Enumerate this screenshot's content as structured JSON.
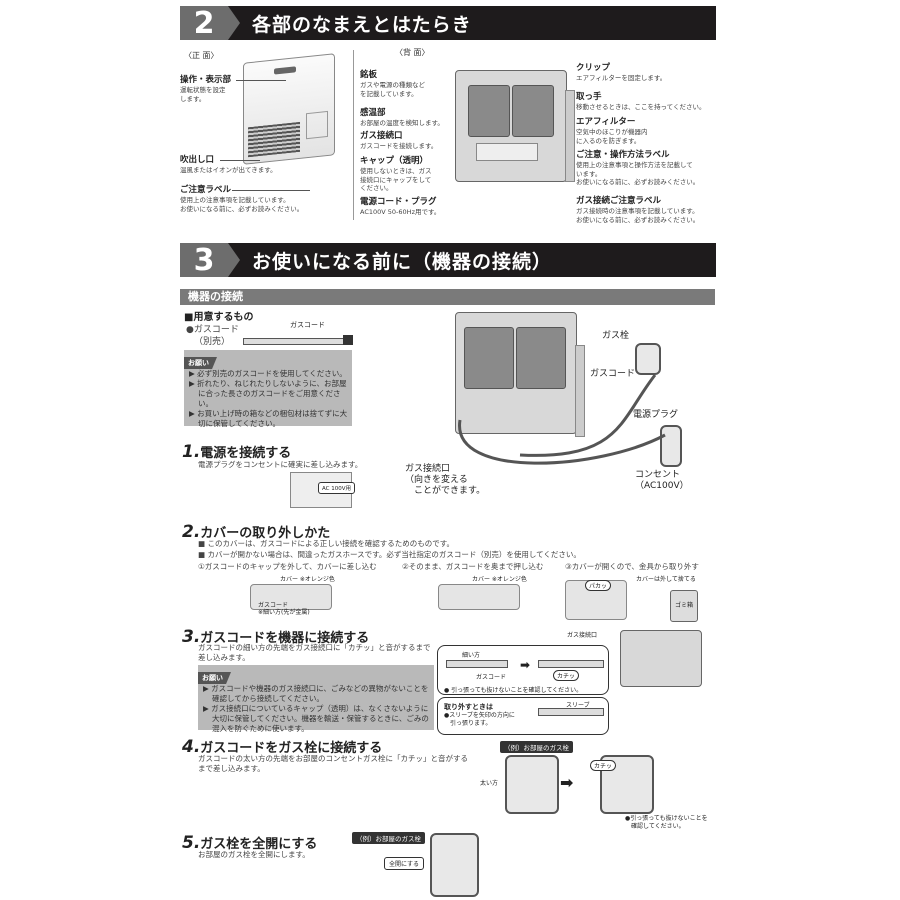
{
  "section2": {
    "number": "2",
    "title": "各部のなまえとはたらき",
    "front": {
      "heading": "〈正 面〉",
      "labels": [
        {
          "name": "操作・表示部",
          "desc": "運転状態を設定\nします。"
        },
        {
          "name": "吹出し口",
          "desc": "温風またはイオンが出てきます。"
        },
        {
          "name": "ご注意ラベル",
          "desc": "使用上の注意事項を記載しています。\nお使いになる前に、必ずお読みください。"
        }
      ]
    },
    "back": {
      "heading": "〈背 面〉",
      "left_labels": [
        {
          "name": "銘板",
          "desc": "ガスや電源の種類など\nを記載しています。"
        },
        {
          "name": "感温部",
          "desc": "お部屋の温度を検知します。"
        },
        {
          "name": "ガス接続口",
          "desc": "ガスコードを接続します。"
        },
        {
          "name": "キャップ（透明）",
          "desc": "使用しないときは、ガス\n接続口にキャップをして\nください。"
        },
        {
          "name": "電源コード・プラグ",
          "desc": "AC100V 50-60Hz用です。"
        }
      ],
      "right_labels": [
        {
          "name": "クリップ",
          "desc": "エアフィルターを固定します。"
        },
        {
          "name": "取っ手",
          "desc": "移動させるときは、ここを持ってください。"
        },
        {
          "name": "エアフィルター",
          "desc": "空気中のほこりが機器内\nに入るのを防ぎます。"
        },
        {
          "name": "ご注意・操作方法ラベル",
          "desc": "使用上の注意事項と操作方法を記載して\nいます。\nお使いになる前に、必ずお読みください。"
        },
        {
          "name": "ガス接続ご注意ラベル",
          "desc": "ガス接続時の注意事項を記載しています。\nお使いになる前に、必ずお読みください。"
        }
      ]
    }
  },
  "section3": {
    "number": "3",
    "title": "お使いになる前に（機器の接続）",
    "subsection": "機器の接続",
    "prepare": {
      "heading": "■用意するもの",
      "item": "●ガスコード",
      "item_note": "（別売）",
      "diagram_label": "ガスコード"
    },
    "request1": {
      "tag": "お願い",
      "items": [
        "▶ 必ず別売のガスコードを使用してください。",
        "▶ 折れたり、ねじれたりしないように、お部屋に合った長さのガスコードをご用意ください。",
        "▶ お買い上げ時の箱などの梱包材は捨てずに大切に保管してください。"
      ]
    },
    "overview_labels": {
      "gas_valve": "ガス栓",
      "gas_cord": "ガスコード",
      "power_plug": "電源プラグ",
      "gas_inlet": "ガス接続口\n（向きを変える\n　ことができます。",
      "outlet": "コンセント\n（AC100V）"
    },
    "steps": [
      {
        "num": "1.",
        "title": "電源を接続する",
        "desc": "電源プラグをコンセントに確実に差し込みます。",
        "illus_label": "AC 100V用"
      },
      {
        "num": "2.",
        "title": "カバーの取り外しかた",
        "bullets": [
          "■ このカバーは、ガスコードによる正しい接続を確認するためのものです。",
          "■ カバーが開かない場合は、間違ったガスホースです。必ず当社指定のガスコード（別売）を使用してください。"
        ],
        "substeps": [
          {
            "text": "①ガスコードのキャップを外して、カバーに差し込む",
            "labels": [
              "カバー ※オレンジ色",
              "ガスコード\n※細い方(先が金属)"
            ]
          },
          {
            "text": "②そのまま、ガスコードを奥まで押し込む",
            "labels": [
              "カバー ※オレンジ色"
            ]
          },
          {
            "text": "③カバーが開くので、金具から取り外す",
            "labels": [
              "カバーは外して捨てる",
              "パカッ",
              "ゴミ箱"
            ]
          }
        ]
      },
      {
        "num": "3.",
        "title": "ガスコードを機器に接続する",
        "desc": "ガスコードの細い方の先端をガス接続口に「カチッ」と音がするまで差し込みます。",
        "request": {
          "tag": "お願い",
          "items": [
            "▶ ガスコードや機器のガス接続口に、ごみなどの異物がないことを確認してから接続してください。",
            "▶ ガス接続口についているキャップ（透明）は、なくさないように大切に保管してください。機器を輸送・保管するときに、ごみの混入を防ぐために使います。"
          ]
        },
        "diagram": {
          "inlet_label": "ガス接続口",
          "thin_label": "細い方",
          "cord_label": "ガスコード",
          "click_label": "カチッ",
          "check_note": "● 引っ張っても抜けないことを確認してください。",
          "remove_heading": "取り外すときは",
          "remove_desc": "●スリーブを矢印の方向に\n　引っ張ります。",
          "sleeve_label": "スリーブ"
        }
      },
      {
        "num": "4.",
        "title": "ガスコードをガス栓に接続する",
        "desc": "ガスコードの太い方の先端をお部屋のコンセントガス栓に「カチッ」と音がするまで差し込みます。",
        "diagram": {
          "example_tag": "（例）お部屋のガス栓",
          "thick_label": "太い方",
          "click_label": "カチッ",
          "check_note": "●引っ張っても抜けないことを\n　確認してください。"
        }
      },
      {
        "num": "5.",
        "title": "ガス栓を全開にする",
        "desc": "お部屋のガス栓を全開にします。",
        "diagram": {
          "example_tag": "（例）お部屋のガス栓",
          "open_label": "全開にする"
        }
      }
    ]
  }
}
